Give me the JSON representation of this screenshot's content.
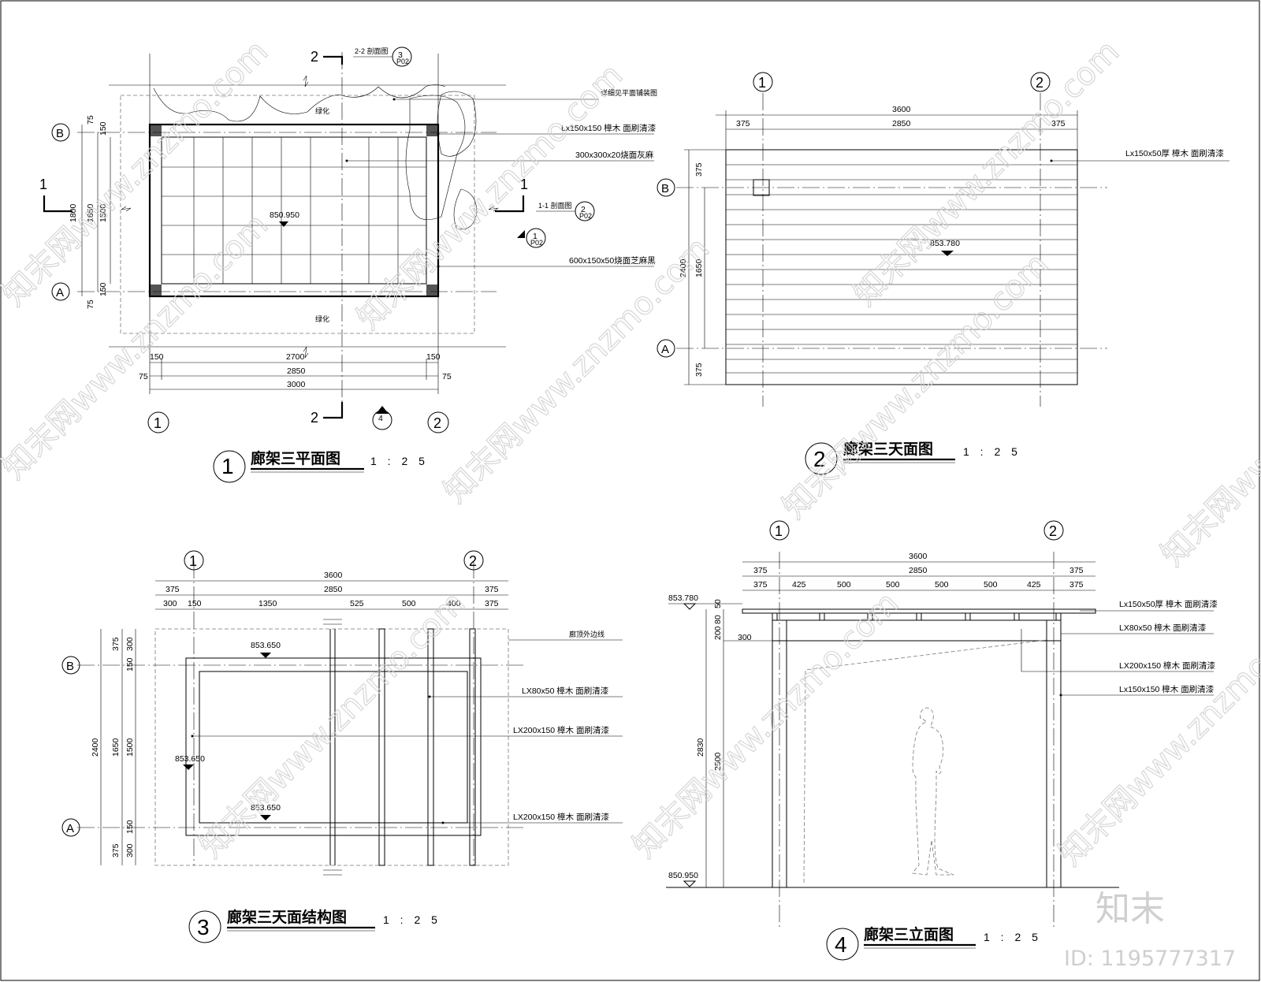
{
  "views": {
    "plan": {
      "title": "廊架三平面图",
      "scale": "1 : 2 5",
      "number": "1",
      "elevation": "850.950",
      "green_top": "绿化",
      "green_bottom": "绿化",
      "notes": [
        "详细见平面铺装图",
        "Lx150x150  樟木  面刷清漆",
        "300x300x20烧面灰麻",
        "600x150x50烧面芝麻黑"
      ],
      "section_22": "2-2 剖面图",
      "section_11": "1-1 剖面图",
      "cut_1": "1",
      "cut_2": "2",
      "ref_3": "3",
      "ref_2": "2",
      "ref_1": "1",
      "ref_4": "4",
      "ref_sub": "P02",
      "axis_1": "1",
      "axis_2": "2",
      "axis_a": "A",
      "axis_b": "B",
      "dims_bottom": [
        "150",
        "2700",
        "150",
        "75",
        "2850",
        "75",
        "3000"
      ],
      "dims_left": [
        "75",
        "150",
        "1800",
        "1650",
        "1500",
        "150",
        "75"
      ]
    },
    "roof": {
      "title": "廊架三天面图",
      "scale": "1 : 2 5",
      "number": "2",
      "elevation": "853.780",
      "note": "Lx150x50厚  樟木  面刷清漆",
      "axis_1": "1",
      "axis_2": "2",
      "axis_a": "A",
      "axis_b": "B",
      "dims_top": [
        "3600",
        "375",
        "2850",
        "375"
      ],
      "dims_left": [
        "375",
        "2400",
        "1650",
        "375"
      ]
    },
    "structure": {
      "title": "廊架三天面结构图",
      "scale": "1 : 2 5",
      "number": "3",
      "elev_top": "853.650",
      "elev_left": "853.650",
      "elev_bottom": "853.650",
      "notes": [
        "廊顶外边线",
        "LX80x50  樟木  面刷清漆",
        "LX200x150  樟木  面刷清漆",
        "LX200x150  樟木  面刷清漆"
      ],
      "axis_1": "1",
      "axis_2": "2",
      "axis_a": "A",
      "axis_b": "B",
      "dims_top1": [
        "3600"
      ],
      "dims_top2": [
        "375",
        "2850",
        "375"
      ],
      "dims_top3": [
        "300",
        "150",
        "1350",
        "525",
        "500",
        "400",
        "375"
      ],
      "dims_left": [
        "375",
        "300",
        "150",
        "2400",
        "1650",
        "1500",
        "150",
        "375",
        "300"
      ]
    },
    "elevation": {
      "title": "廊架三立面图",
      "scale": "1 : 2 5",
      "number": "4",
      "elev_top": "853.780",
      "elev_bottom": "850.950",
      "notes": [
        "Lx150x50厚  樟木  面刷清漆",
        "LX80x50  樟木  面刷清漆",
        "LX200x150  樟木  面刷清漆",
        "Lx150x150  樟木  面刷清漆"
      ],
      "axis_1": "1",
      "axis_2": "2",
      "dims_top1": [
        "3600"
      ],
      "dims_top2": [
        "375",
        "2850",
        "375"
      ],
      "dims_top3": [
        "375",
        "425",
        "500",
        "500",
        "500",
        "500",
        "425",
        "375"
      ],
      "dims_left": [
        "50",
        "80",
        "200",
        "300",
        "2830",
        "2500"
      ]
    }
  },
  "watermark": "知末网www.znzmo.com",
  "brand": "知末",
  "id_label": "ID: 1195777317"
}
